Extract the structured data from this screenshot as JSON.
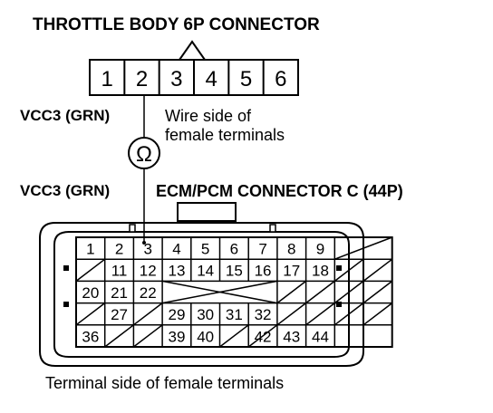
{
  "throttle_connector": {
    "title": "THROTTLE BODY 6P CONNECTOR",
    "pins": [
      "1",
      "2",
      "3",
      "4",
      "5",
      "6"
    ],
    "wire_label": "VCC3 (GRN)",
    "side_note": [
      "Wire side of",
      "female terminals"
    ]
  },
  "meter": {
    "symbol": "Ω"
  },
  "ecm_connector": {
    "wire_label": "VCC3 (GRN)",
    "title": "ECM/PCM CONNECTOR C (44P)",
    "row1": [
      "1",
      "2",
      "3",
      "4",
      "5",
      "6",
      "7",
      "8",
      "9"
    ],
    "row2": [
      "11",
      "12",
      "13",
      "14",
      "15",
      "16",
      "17",
      "18"
    ],
    "row3": [
      "20",
      "21",
      "22"
    ],
    "row4": [
      "27",
      "29",
      "30",
      "31",
      "32"
    ],
    "row5": [
      "36",
      "39",
      "40",
      "42",
      "43",
      "44"
    ],
    "caption": "Terminal side of female terminals"
  }
}
